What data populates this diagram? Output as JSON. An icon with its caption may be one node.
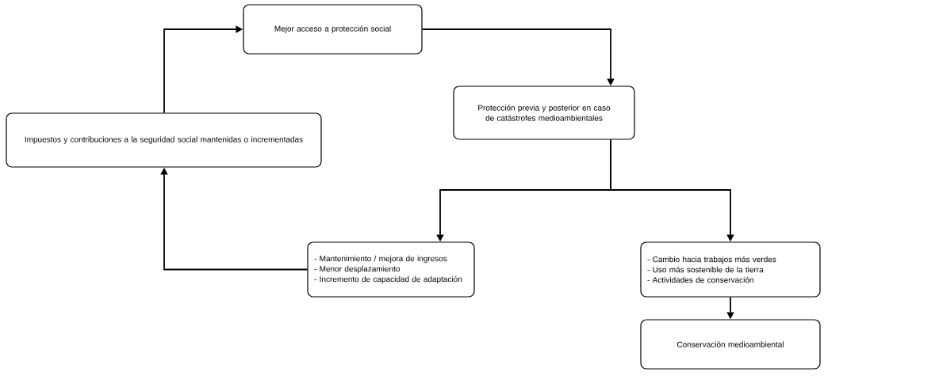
{
  "diagram": {
    "nodes": [
      {
        "text": [
          "Mejor acceso a protección social"
        ]
      },
      {
        "text": [
          "Protección previa y posterior en caso de catástrofes medioambientales"
        ]
      },
      {
        "text": [
          "Impuestos y contribuciones a la seguridad social mantenidas o incrementadas"
        ]
      },
      {
        "text": [
          "- Mantenimiento / mejora de ingresos",
          "- Menor desplazamiento",
          "- Incremento de capacidad de adaptación"
        ]
      },
      {
        "text": [
          "- Cambio hacia trabajos más verdes",
          "- Uso más sostenible de la tierra",
          "- Actividades de conservación"
        ]
      },
      {
        "text": [
          "Conservación medioambiental"
        ]
      }
    ],
    "edges": [
      {
        "from": 0,
        "to": 1,
        "arrow": "to"
      },
      {
        "from": 1,
        "to": 3,
        "arrow": "to"
      },
      {
        "from": 1,
        "to": 4,
        "arrow": "to"
      },
      {
        "from": 3,
        "to": 2,
        "arrow": "to"
      },
      {
        "from": 2,
        "to": 0,
        "arrow": "to"
      },
      {
        "from": 4,
        "to": 5,
        "arrow": "to"
      }
    ]
  }
}
